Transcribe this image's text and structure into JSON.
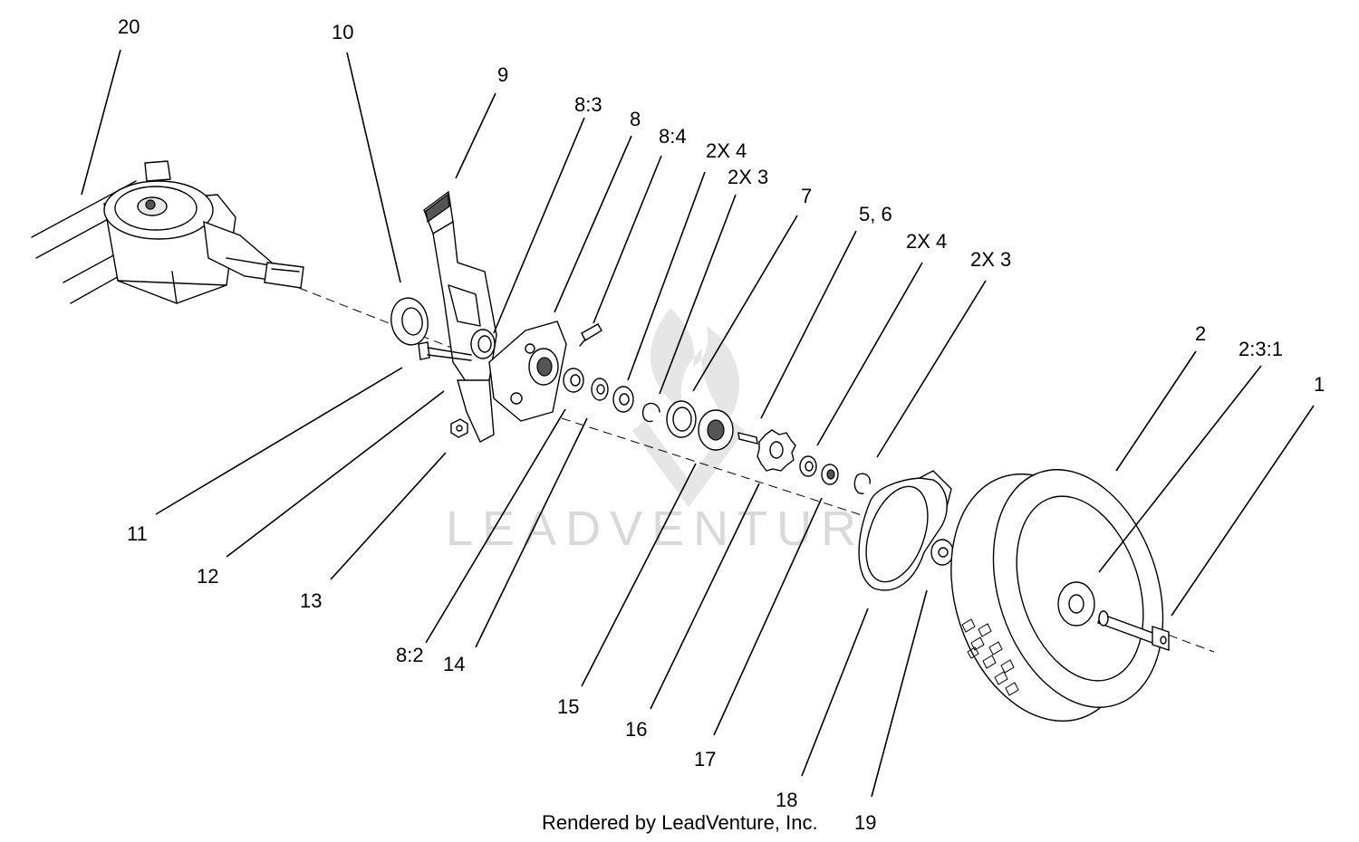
{
  "diagram": {
    "watermark": "LEADVENTURE",
    "credit": "Rendered by LeadVenture, Inc.",
    "callouts": [
      {
        "id": "c20",
        "label": "20"
      },
      {
        "id": "c10",
        "label": "10"
      },
      {
        "id": "c9",
        "label": "9"
      },
      {
        "id": "c8_3",
        "label": "8:3"
      },
      {
        "id": "c8",
        "label": "8"
      },
      {
        "id": "c8_4",
        "label": "8:4"
      },
      {
        "id": "c2x4a",
        "label": "2X 4"
      },
      {
        "id": "c2x3a",
        "label": "2X 3"
      },
      {
        "id": "c7",
        "label": "7"
      },
      {
        "id": "c5_6",
        "label": "5, 6"
      },
      {
        "id": "c2x4b",
        "label": "2X 4"
      },
      {
        "id": "c2x3b",
        "label": "2X 3"
      },
      {
        "id": "c2",
        "label": "2"
      },
      {
        "id": "c2_3_1",
        "label": "2:3:1"
      },
      {
        "id": "c1",
        "label": "1"
      },
      {
        "id": "c11",
        "label": "11"
      },
      {
        "id": "c12",
        "label": "12"
      },
      {
        "id": "c13",
        "label": "13"
      },
      {
        "id": "c8_2",
        "label": "8:2"
      },
      {
        "id": "c14",
        "label": "14"
      },
      {
        "id": "c15",
        "label": "15"
      },
      {
        "id": "c16",
        "label": "16"
      },
      {
        "id": "c17",
        "label": "17"
      },
      {
        "id": "c18",
        "label": "18"
      },
      {
        "id": "c19",
        "label": "19"
      }
    ]
  }
}
